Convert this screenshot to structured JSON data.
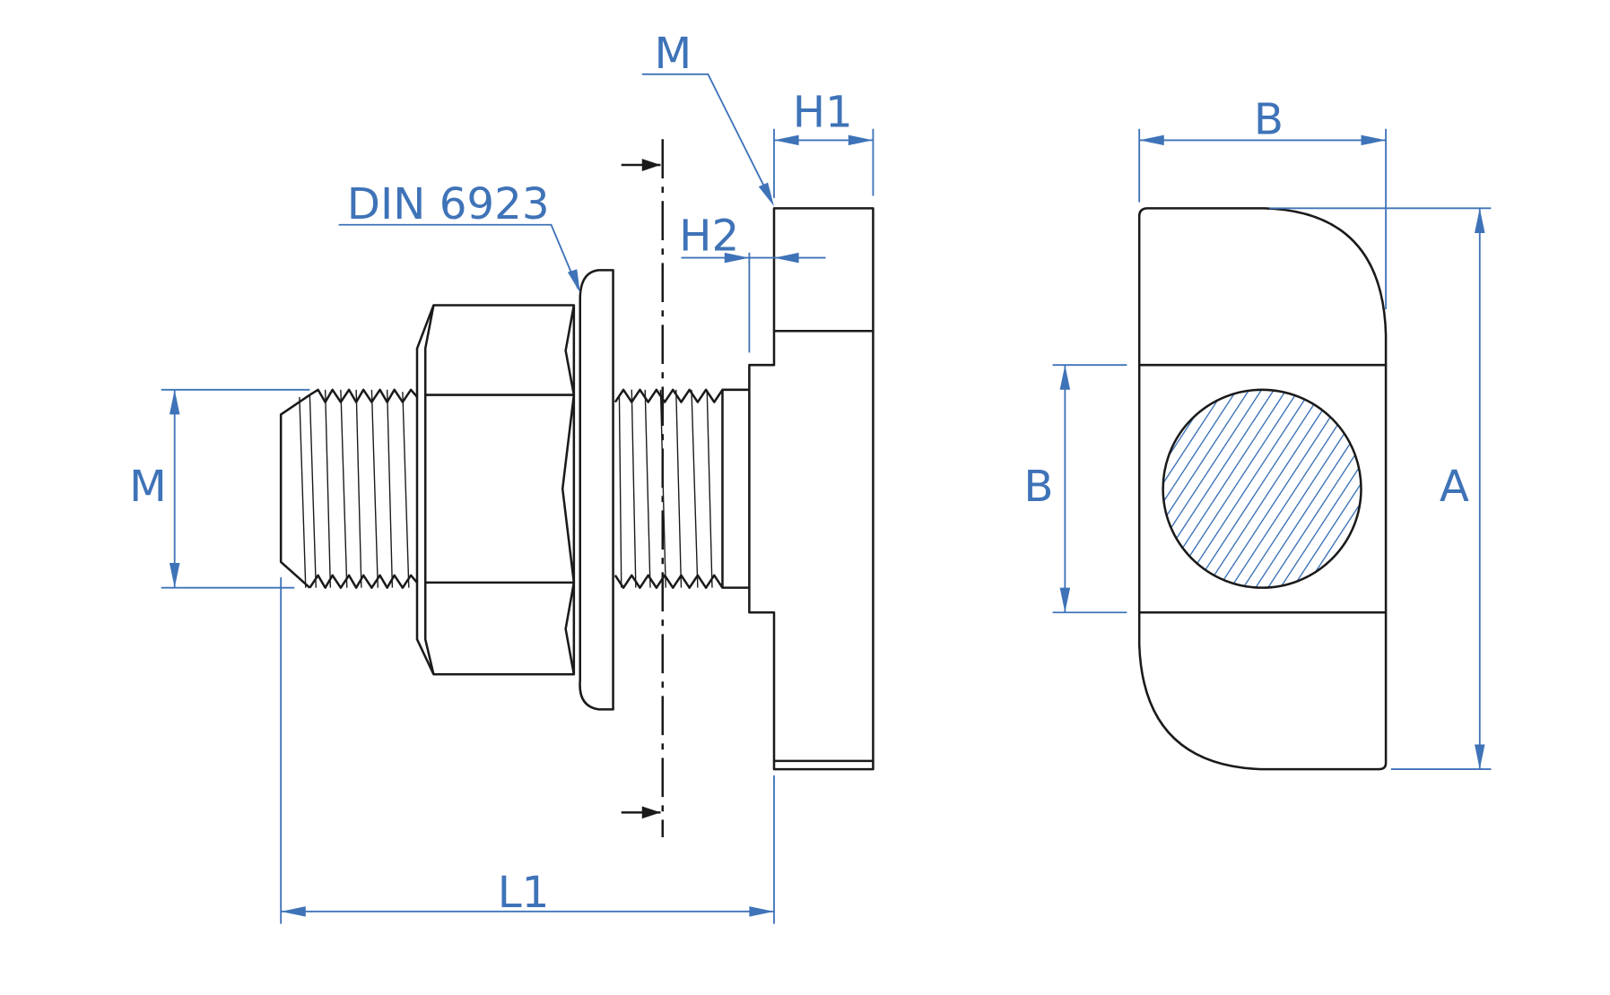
{
  "labels": {
    "thread_m": "M",
    "nut_standard": "DIN 6923",
    "head_m": "M",
    "h1": "H1",
    "h2": "H2",
    "length_l1": "L1",
    "top_b": "B",
    "side_b": "B",
    "height_a": "A"
  },
  "colors": {
    "dimension": "#3f73b8",
    "outline": "#1a1a1a"
  }
}
